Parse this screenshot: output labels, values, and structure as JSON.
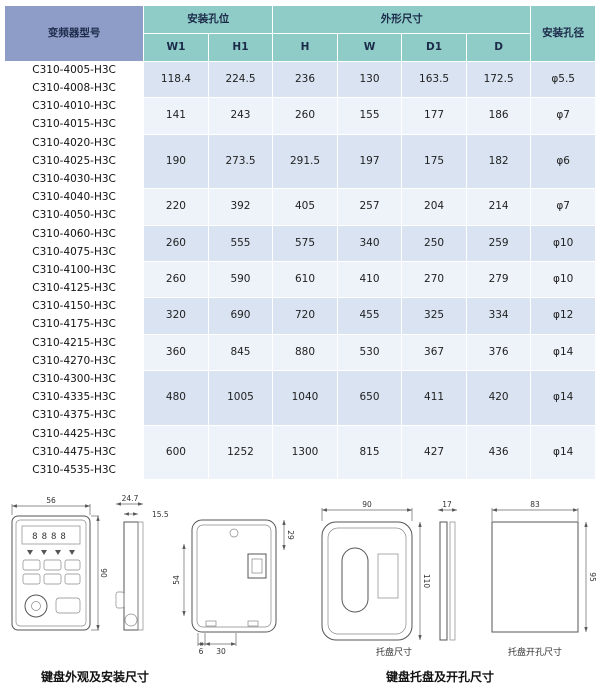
{
  "table": {
    "header": {
      "model": "变频器型号",
      "mounting": "安装孔位",
      "outline": "外形尺寸",
      "hole": "安装孔径",
      "cols": [
        "W1",
        "H1",
        "H",
        "W",
        "D1",
        "D"
      ]
    },
    "groups": [
      {
        "models": [
          "C310-4005-H3C",
          "C310-4008-H3C"
        ],
        "values": [
          "118.4",
          "224.5",
          "236",
          "130",
          "163.5",
          "172.5",
          "φ5.5"
        ]
      },
      {
        "models": [
          "C310-4010-H3C",
          "C310-4015-H3C"
        ],
        "values": [
          "141",
          "243",
          "260",
          "155",
          "177",
          "186",
          "φ7"
        ]
      },
      {
        "models": [
          "C310-4020-H3C",
          "C310-4025-H3C",
          "C310-4030-H3C"
        ],
        "values": [
          "190",
          "273.5",
          "291.5",
          "197",
          "175",
          "182",
          "φ6"
        ]
      },
      {
        "models": [
          "C310-4040-H3C",
          "C310-4050-H3C"
        ],
        "values": [
          "220",
          "392",
          "405",
          "257",
          "204",
          "214",
          "φ7"
        ]
      },
      {
        "models": [
          "C310-4060-H3C",
          "C310-4075-H3C"
        ],
        "values": [
          "260",
          "555",
          "575",
          "340",
          "250",
          "259",
          "φ10"
        ]
      },
      {
        "models": [
          "C310-4100-H3C",
          "C310-4125-H3C"
        ],
        "values": [
          "260",
          "590",
          "610",
          "410",
          "270",
          "279",
          "φ10"
        ]
      },
      {
        "models": [
          "C310-4150-H3C",
          "C310-4175-H3C"
        ],
        "values": [
          "320",
          "690",
          "720",
          "455",
          "325",
          "334",
          "φ12"
        ]
      },
      {
        "models": [
          "C310-4215-H3C",
          "C310-4270-H3C"
        ],
        "values": [
          "360",
          "845",
          "880",
          "530",
          "367",
          "376",
          "φ14"
        ]
      },
      {
        "models": [
          "C310-4300-H3C",
          "C310-4335-H3C",
          "C310-4375-H3C"
        ],
        "values": [
          "480",
          "1005",
          "1040",
          "650",
          "411",
          "420",
          "φ14"
        ]
      },
      {
        "models": [
          "C310-4425-H3C",
          "C310-4475-H3C",
          "C310-4535-H3C"
        ],
        "values": [
          "600",
          "1252",
          "1300",
          "815",
          "427",
          "436",
          "φ14"
        ]
      }
    ]
  },
  "drawings": {
    "keypad_display": "8888",
    "caption_left": "键盘外观及安装尺寸",
    "caption_right": "键盘托盘及开孔尺寸",
    "label_tray": "托盘尺寸",
    "label_cutout": "托盘开孔尺寸",
    "dims": {
      "front_w": "56",
      "front_h": "90",
      "side_d": "24.7",
      "side_d2": "15.5",
      "rear_r": "29",
      "rear_l": "54",
      "rear_b1": "6",
      "rear_b2": "30",
      "tray_w": "90",
      "tray_h": "110",
      "tray_side": "17",
      "cutout_w": "83",
      "cutout_h": "95"
    }
  },
  "colors": {
    "header_blue": "#8e9dc8",
    "header_teal": "#8fccc7",
    "row_blue": "#d9e3f1",
    "row_light": "#eef2f9"
  }
}
